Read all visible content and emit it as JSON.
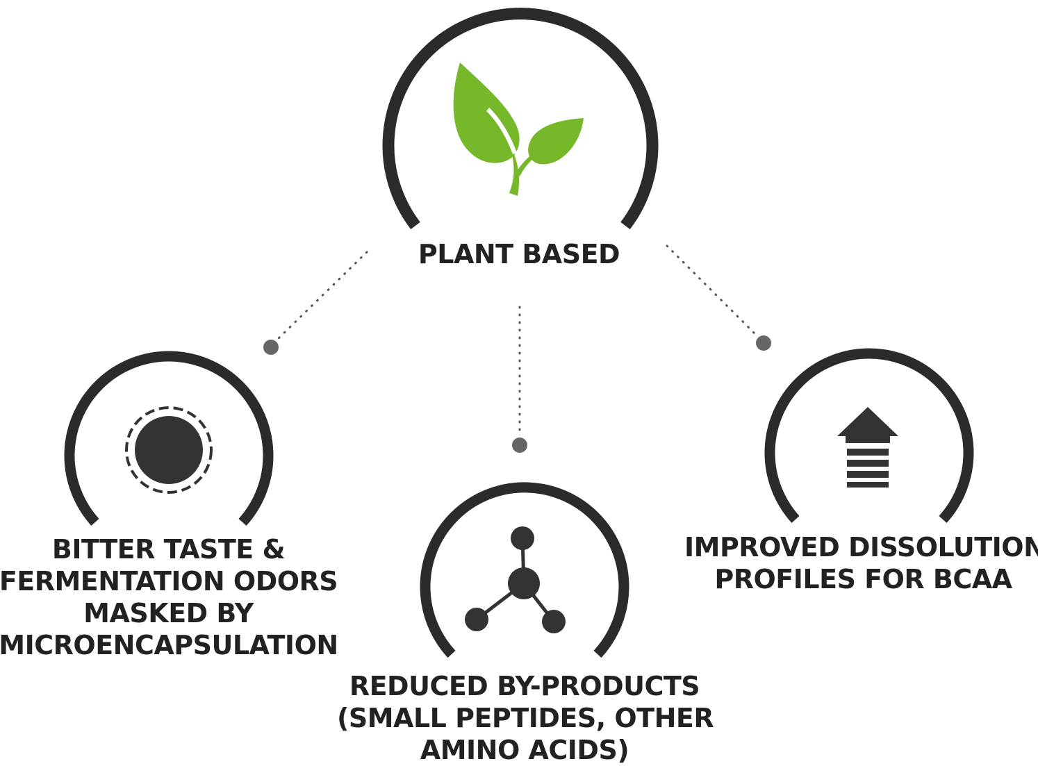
{
  "colors": {
    "ring": "#2b2b2b",
    "icon": "#333333",
    "leaf": "#76b82a",
    "dot": "#666666",
    "text": "#222222"
  },
  "nodes": [
    {
      "id": "plant",
      "icon": "leaf-icon",
      "lines": [
        "PLANT BASED"
      ]
    },
    {
      "id": "taste",
      "icon": "microcapsule-icon",
      "lines": [
        "BITTER TASTE &",
        "FERMENTATION ODORS",
        "MASKED BY",
        "MICROENCAPSULATION"
      ]
    },
    {
      "id": "byproducts",
      "icon": "molecule-icon",
      "lines": [
        "REDUCED BY-PRODUCTS",
        "(SMALL PEPTIDES, OTHER",
        "AMINO ACIDS)"
      ]
    },
    {
      "id": "dissolution",
      "icon": "up-arrow-icon",
      "lines": [
        "IMPROVED DISSOLUTION",
        "PROFILES FOR BCAA"
      ]
    }
  ]
}
